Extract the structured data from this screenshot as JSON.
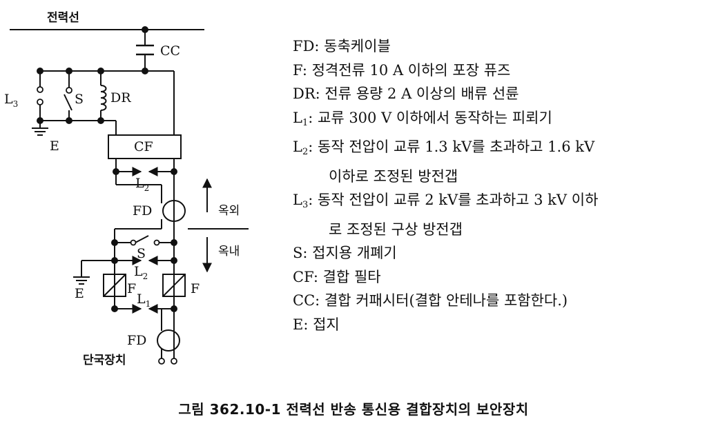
{
  "diagram": {
    "line_label": "전력선",
    "cc": "CC",
    "l3": "L",
    "l3_sub": "3",
    "s": "S",
    "dr": "DR",
    "e": "E",
    "cf": "CF",
    "l2": "L",
    "l2_sub": "2",
    "fd": "FD",
    "outdoor": "옥외",
    "indoor": "옥내",
    "f": "F",
    "l1": "L",
    "l1_sub": "1",
    "terminal": "단국장치"
  },
  "legend": [
    {
      "key": "FD:",
      "text": "동축케이블"
    },
    {
      "key": "F:",
      "text": "정격전류 10 A 이하의 포장 퓨즈"
    },
    {
      "key": "DR:",
      "text": "전류 용량 2 A 이상의 배류 선륜"
    },
    {
      "key": "L",
      "sub": "1",
      "colon": ":",
      "text": "교류 300 V 이하에서 동작하는 피뢰기"
    },
    {
      "key": "L",
      "sub": "2",
      "colon": ":",
      "text": "동작 전압이 교류 1.3 kV를 초과하고 1.6 kV",
      "cont": "이하로 조정된 방전갭"
    },
    {
      "key": "L",
      "sub": "3",
      "colon": ":",
      "text": "동작 전압이 교류 2 kV를 초과하고 3 kV 이하",
      "cont": "로 조정된 구상 방전갭"
    },
    {
      "key": "S:",
      "text": "접지용 개폐기"
    },
    {
      "key": "CF:",
      "text": "결합 필타"
    },
    {
      "key": "CC:",
      "text": "결합 커패시터(결합 안테나를 포함한다.)"
    },
    {
      "key": "E:",
      "text": "접지"
    }
  ],
  "caption": "그림 362.10-1 전력선 반송 통신용 결합장치의 보안장치"
}
